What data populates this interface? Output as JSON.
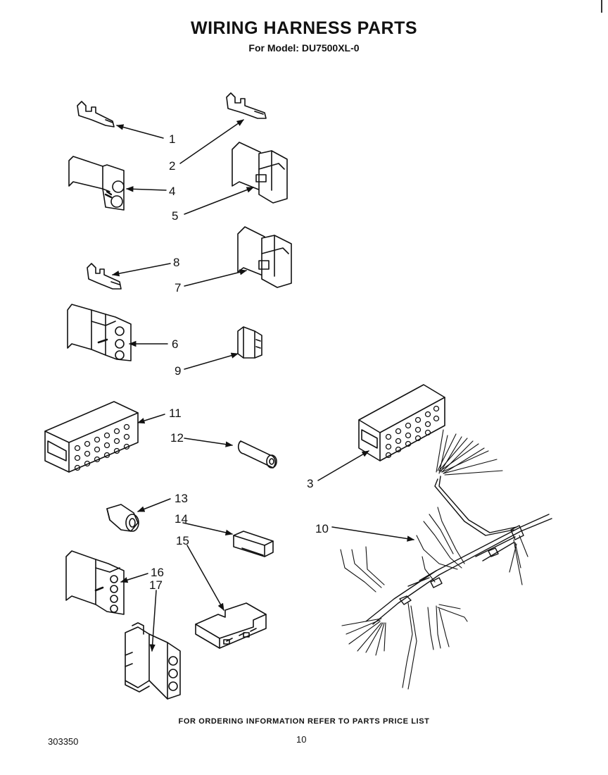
{
  "header": {
    "title": "WIRING HARNESS PARTS",
    "subtitle": "For Model: DU7500XL-0"
  },
  "callouts": [
    {
      "id": "1",
      "text": "1"
    },
    {
      "id": "2",
      "text": "2"
    },
    {
      "id": "3",
      "text": "3"
    },
    {
      "id": "4",
      "text": "4"
    },
    {
      "id": "5",
      "text": "5"
    },
    {
      "id": "6",
      "text": "6"
    },
    {
      "id": "7",
      "text": "7"
    },
    {
      "id": "8",
      "text": "8"
    },
    {
      "id": "9",
      "text": "9"
    },
    {
      "id": "10",
      "text": "10"
    },
    {
      "id": "11",
      "text": "11"
    },
    {
      "id": "12",
      "text": "12"
    },
    {
      "id": "13",
      "text": "13"
    },
    {
      "id": "14",
      "text": "14"
    },
    {
      "id": "15",
      "text": "15"
    },
    {
      "id": "16",
      "text": "16"
    },
    {
      "id": "17",
      "text": "17"
    }
  ],
  "footer": {
    "note": "FOR ORDERING INFORMATION REFER TO PARTS PRICE LIST",
    "doc_number": "303350",
    "page_number": "10"
  }
}
